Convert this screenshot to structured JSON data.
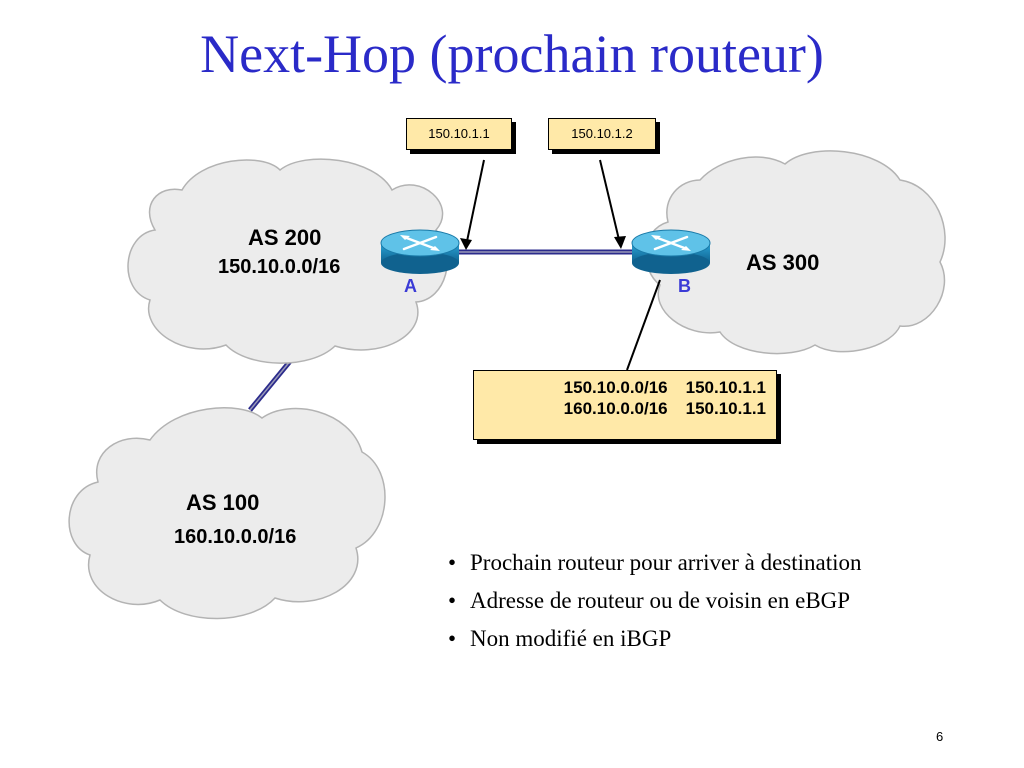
{
  "title": "Next-Hop (prochain routeur)",
  "colors": {
    "title": "#2a2ac8",
    "link": "#2b2b8c",
    "cloud_fill": "#ececec",
    "cloud_stroke": "#b3b3b3",
    "router_body": "#1f8fc0",
    "router_top": "#5fc2e8",
    "router_letter": "#3b3bd6",
    "callout_fill": "#ffe9a8"
  },
  "clouds": [
    {
      "id": "as200",
      "name": "AS 200",
      "network": "150.10.0.0/16"
    },
    {
      "id": "as300",
      "name": "AS 300",
      "network": ""
    },
    {
      "id": "as100",
      "name": "AS 100",
      "network": "160.10.0.0/16"
    }
  ],
  "routers": [
    {
      "id": "A",
      "label": "A",
      "icon": "router-icon"
    },
    {
      "id": "B",
      "label": "B",
      "icon": "router-icon"
    }
  ],
  "interfaces": [
    {
      "router": "A",
      "address": "150.10.1.1"
    },
    {
      "router": "B",
      "address": "150.10.1.2"
    }
  ],
  "routing_table": {
    "router": "B",
    "rows": [
      {
        "network": "150.10.0.0/16",
        "next_hop": "150.10.1.1"
      },
      {
        "network": "160.10.0.0/16",
        "next_hop": "150.10.1.1"
      }
    ]
  },
  "bullets": [
    "Prochain routeur pour arriver à destination",
    "Adresse de routeur ou de voisin en eBGP",
    "Non modifié en iBGP"
  ],
  "page_number": "6"
}
